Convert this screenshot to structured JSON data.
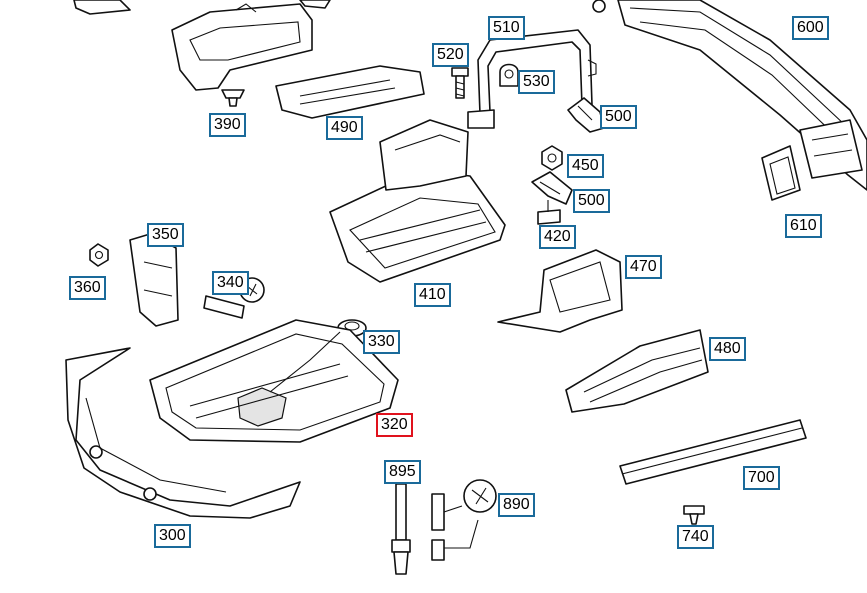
{
  "diagram": {
    "accent_color": "#1a6a9a",
    "highlight_color": "#e0121d",
    "selected_label": "320",
    "callouts": [
      {
        "id": "c510",
        "label": "510"
      },
      {
        "id": "c600",
        "label": "600"
      },
      {
        "id": "c520",
        "label": "520"
      },
      {
        "id": "c530",
        "label": "530"
      },
      {
        "id": "c390",
        "label": "390"
      },
      {
        "id": "c490",
        "label": "490"
      },
      {
        "id": "c500a",
        "label": "500"
      },
      {
        "id": "c450",
        "label": "450"
      },
      {
        "id": "c500b",
        "label": "500"
      },
      {
        "id": "c420",
        "label": "420"
      },
      {
        "id": "c610",
        "label": "610"
      },
      {
        "id": "c350",
        "label": "350"
      },
      {
        "id": "c360",
        "label": "360"
      },
      {
        "id": "c340",
        "label": "340"
      },
      {
        "id": "c410",
        "label": "410"
      },
      {
        "id": "c470",
        "label": "470"
      },
      {
        "id": "c330",
        "label": "330"
      },
      {
        "id": "c480",
        "label": "480"
      },
      {
        "id": "c320",
        "label": "320"
      },
      {
        "id": "c895",
        "label": "895"
      },
      {
        "id": "c890",
        "label": "890"
      },
      {
        "id": "c700",
        "label": "700"
      },
      {
        "id": "c300",
        "label": "300"
      },
      {
        "id": "c740",
        "label": "740"
      }
    ]
  }
}
